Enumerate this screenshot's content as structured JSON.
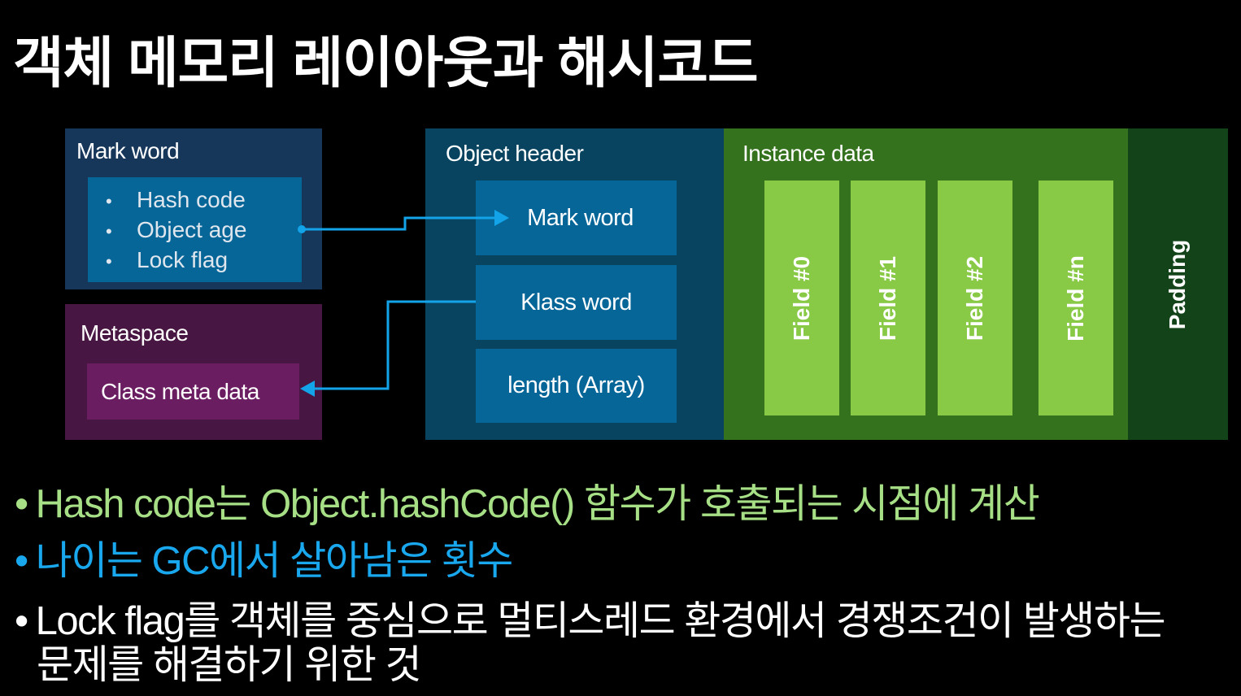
{
  "title": "객체 메모리 레이아웃과 해시코드",
  "diagram": {
    "mark_word": {
      "label": "Mark word",
      "items": [
        "Hash code",
        "Object age",
        "Lock flag"
      ]
    },
    "metaspace": {
      "label": "Metaspace",
      "inner": "Class meta data"
    },
    "object_header": {
      "label": "Object header",
      "items": [
        "Mark word",
        "Klass word",
        "length (Array)"
      ]
    },
    "instance_data": {
      "label": "Instance data",
      "fields": [
        "Field #0",
        "Field #1",
        "Field #2",
        "Field #n"
      ]
    },
    "padding": "Padding",
    "colors": {
      "arrow": "#12a3e8",
      "mark_word_bg": "#16365a",
      "metaspace_bg": "#471642",
      "header_bg": "#084460",
      "instance_bg": "#35721e",
      "field_bg": "#88c946",
      "padding_bg": "#134419"
    }
  },
  "bullets": [
    {
      "text": "Hash code는 Object.hashCode() 함수가 호출되는 시점에 계산",
      "color": "#a6df85"
    },
    {
      "text": "나이는 GC에서 살아남은 횟수",
      "color": "#19a7ee"
    },
    {
      "text": "Lock flag를 객체를 중심으로 멀티스레드 환경에서 경쟁조건이 발생하는",
      "text2": "문제를 해결하기 위한 것",
      "color": "#ffffff"
    }
  ]
}
